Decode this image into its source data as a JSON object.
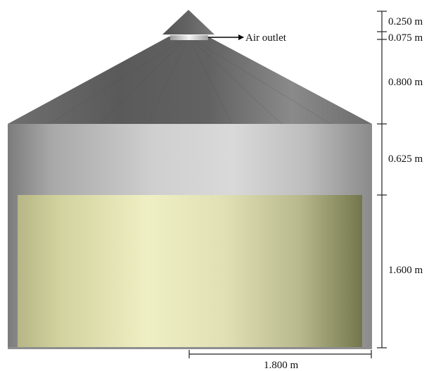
{
  "labels": {
    "air_outlet": "Air outlet"
  },
  "dimensions": {
    "cap_height": "0.250 m",
    "outlet_height": "0.075 m",
    "roof_height": "0.800 m",
    "headspace_height": "0.625 m",
    "grain_height": "1.600 m",
    "radius": "1.800 m"
  },
  "colors": {
    "roof_dark": "#5a5a5a",
    "roof_light": "#8c8c8c",
    "wall_dark": "#7d7d7d",
    "wall_light": "#d8d8d8",
    "grain_light": "#eeeec0",
    "grain_dark": "#777a4f"
  }
}
